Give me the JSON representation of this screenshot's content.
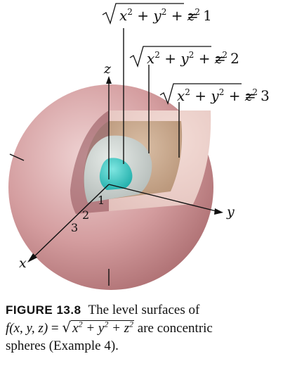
{
  "labels": {
    "eq1_rhs": "= 1",
    "eq2_rhs": "= 2",
    "eq3_rhs": "= 3",
    "axis_z": "z",
    "axis_y": "y",
    "axis_x": "x",
    "mark_1": "1",
    "mark_2": "2",
    "mark_3": "3"
  },
  "caption": {
    "figure_label": "FIGURE 13.8",
    "text_1": "The level surfaces of",
    "func": "f(x, y, z)",
    "equals": "=",
    "text_2": "are concentric",
    "text_3": "spheres (Example 4)."
  },
  "colors": {
    "outer_sphere": "#c98c8e",
    "middle_sphere": "#c7a487",
    "inner_sphere": "#bfc5c2",
    "core_sphere": "#2ec4c0"
  }
}
